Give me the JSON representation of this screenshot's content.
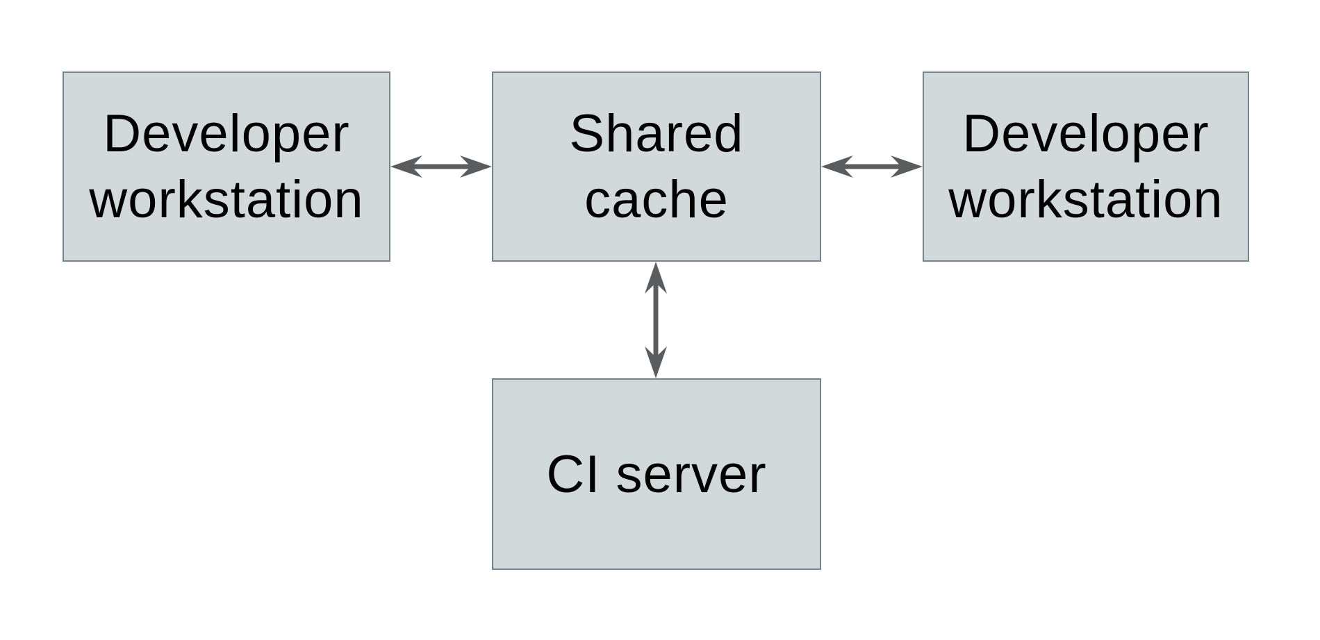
{
  "diagram": {
    "colors": {
      "background": "#ffffff",
      "node_fill": "#d2d9da",
      "node_border": "#75838d",
      "arrow": "#5a5d60",
      "text": "#000000"
    },
    "nodes": [
      {
        "id": "developer-workstation-left",
        "label": "Developer\nworkstation"
      },
      {
        "id": "shared-cache",
        "label": "Shared\ncache"
      },
      {
        "id": "developer-workstation-right",
        "label": "Developer\nworkstation"
      },
      {
        "id": "ci-server",
        "label": "CI server"
      }
    ],
    "edges": [
      {
        "from": "developer-workstation-left",
        "to": "shared-cache",
        "type": "bidirectional"
      },
      {
        "from": "shared-cache",
        "to": "developer-workstation-right",
        "type": "bidirectional"
      },
      {
        "from": "shared-cache",
        "to": "ci-server",
        "type": "bidirectional"
      }
    ]
  }
}
